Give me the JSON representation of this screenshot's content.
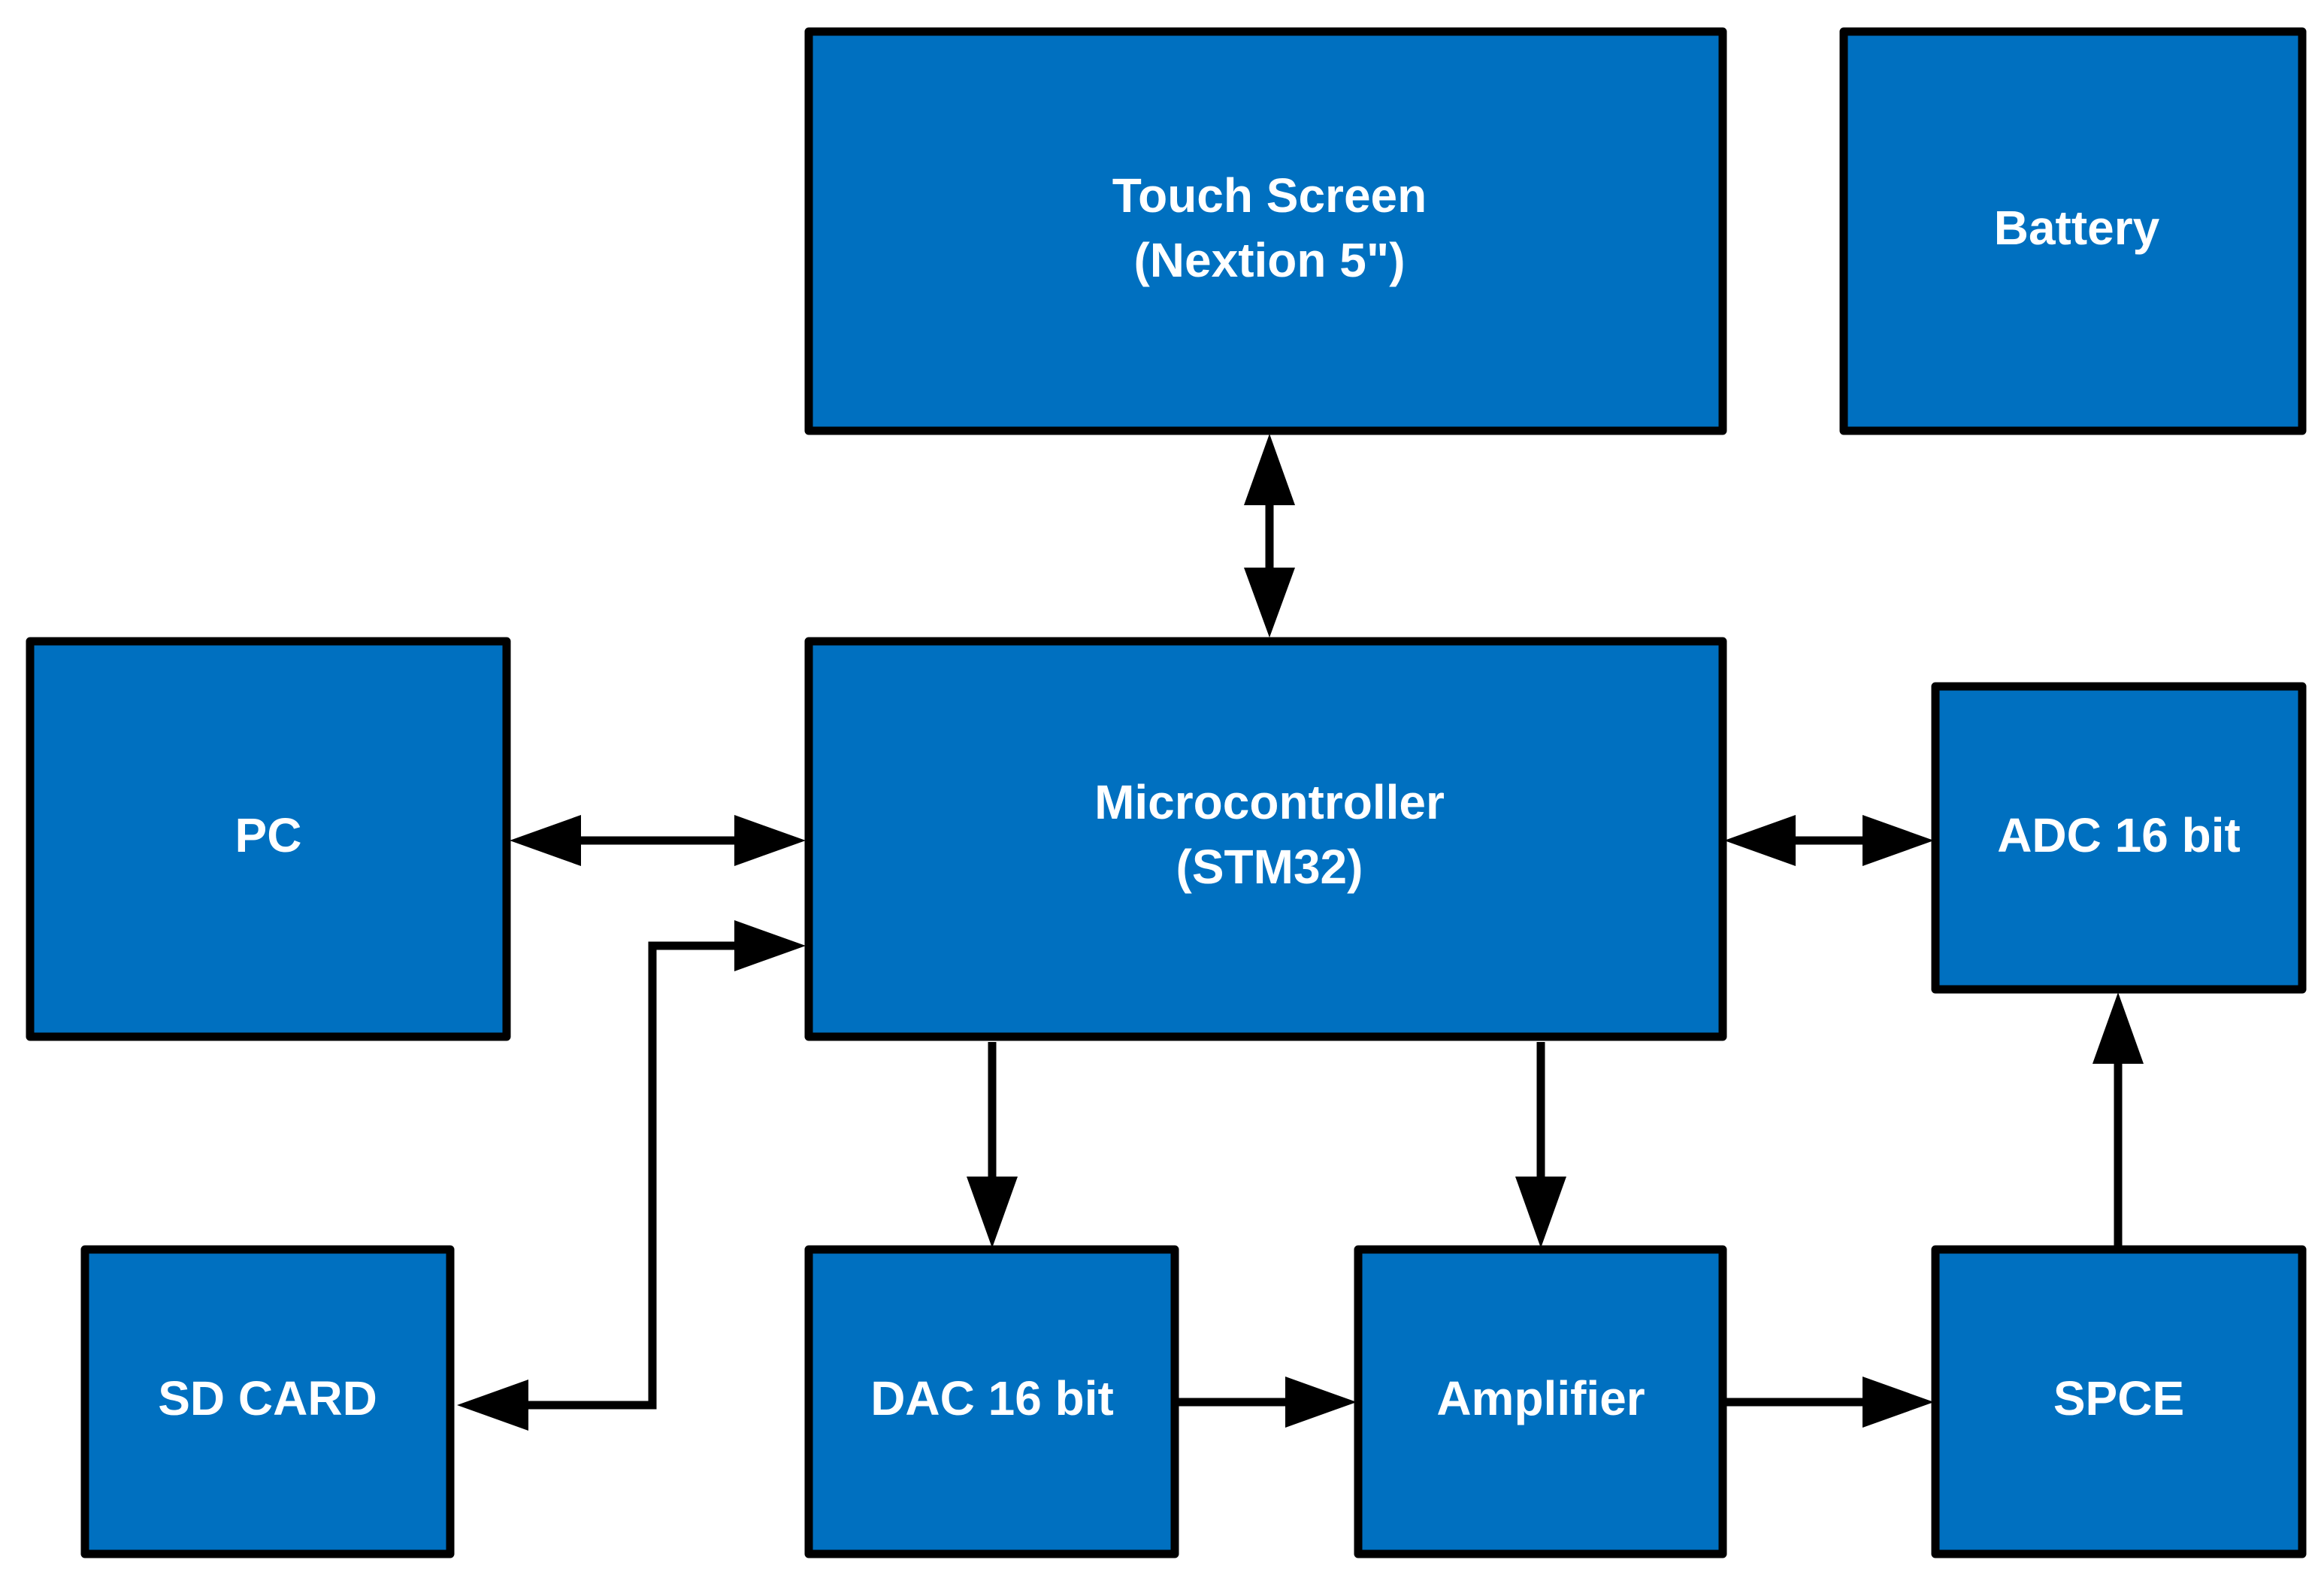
{
  "diagram": {
    "colors": {
      "block_fill": "#0070C0",
      "block_border": "#000000",
      "text": "#FFFFFF",
      "connector": "#000000"
    },
    "blocks": {
      "touch_screen": {
        "line1": "Touch Screen",
        "line2": "(Nextion 5\")"
      },
      "battery": {
        "label": "Battery"
      },
      "pc": {
        "label": "PC"
      },
      "microcontroller": {
        "line1": "Microcontroller",
        "line2": "(STM32)"
      },
      "adc": {
        "label": "ADC 16 bit"
      },
      "sd_card": {
        "label": "SD CARD"
      },
      "dac": {
        "label": "DAC 16 bit"
      },
      "amplifier": {
        "label": "Amplifier"
      },
      "spce": {
        "label": "SPCE"
      }
    },
    "connections": [
      {
        "from": "touch_screen",
        "to": "microcontroller",
        "direction": "bidirectional"
      },
      {
        "from": "pc",
        "to": "microcontroller",
        "direction": "bidirectional"
      },
      {
        "from": "sd_card",
        "to": "microcontroller",
        "direction": "bidirectional"
      },
      {
        "from": "microcontroller",
        "to": "adc",
        "direction": "bidirectional"
      },
      {
        "from": "microcontroller",
        "to": "dac",
        "direction": "forward"
      },
      {
        "from": "microcontroller",
        "to": "amplifier",
        "direction": "forward"
      },
      {
        "from": "dac",
        "to": "amplifier",
        "direction": "forward"
      },
      {
        "from": "amplifier",
        "to": "spce",
        "direction": "forward"
      },
      {
        "from": "spce",
        "to": "adc",
        "direction": "forward"
      }
    ]
  }
}
